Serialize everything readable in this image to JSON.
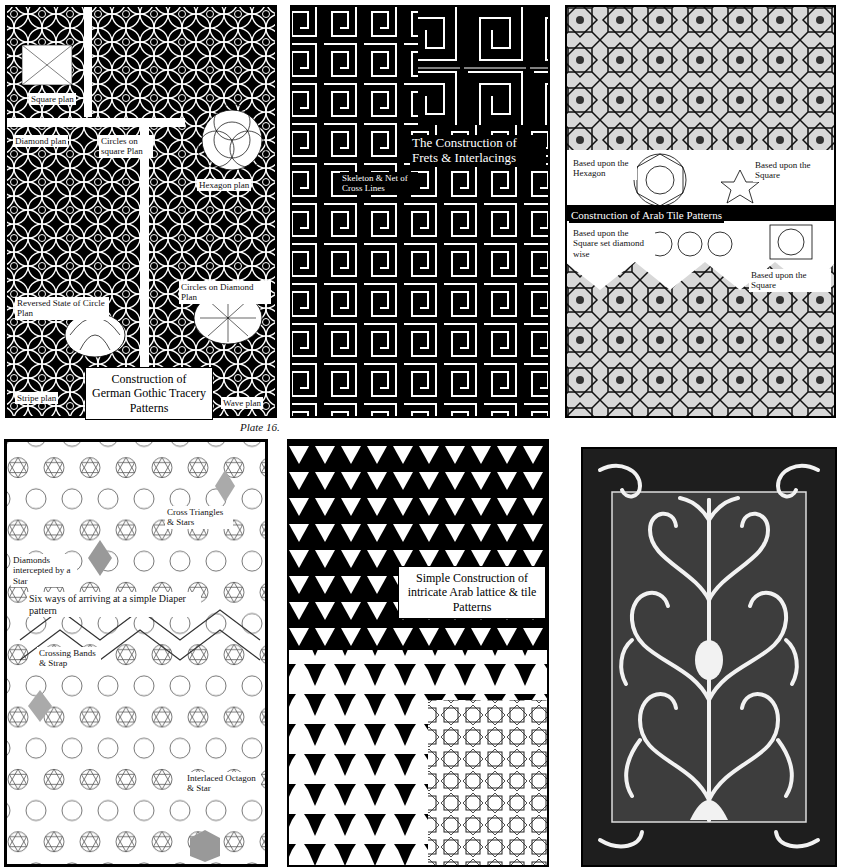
{
  "diagram": {
    "nodes": [
      {
        "text": [
          "Square plan",
          "Hexagon plan",
          "Diamond plan",
          "Circles on square Plan",
          "Reversed State of Circle Plan",
          "Circles on Diamond Plan",
          "Stripe plan",
          "Wave plan"
        ]
      },
      {
        "text": [
          "Construction of German Gothic Tracery Patterns"
        ],
        "in": 0
      },
      {
        "text": [
          "The Construction of Frets & Interlacings",
          "Skeleton & Net of Cross Lines"
        ]
      },
      {
        "text": [
          "Based upon the Hexagon",
          "Based upon the Square",
          "Construction of Arab Tile Patterns",
          "Based upon the Square set diamond wise",
          "Based upon the Square"
        ]
      },
      {
        "text": [
          "Six ways of arriving at a simple Diaper pattern",
          "Cross Triangles & Stars",
          "Diamonds intercepted by a Star",
          "Crossing Bands & Strap",
          "Interlaced Octagon & Star"
        ]
      },
      {
        "text": [
          "Simple Construction of intricate Arab lattice & tile Patterns"
        ]
      }
    ],
    "labels": [
      "Plate 16."
    ]
  }
}
